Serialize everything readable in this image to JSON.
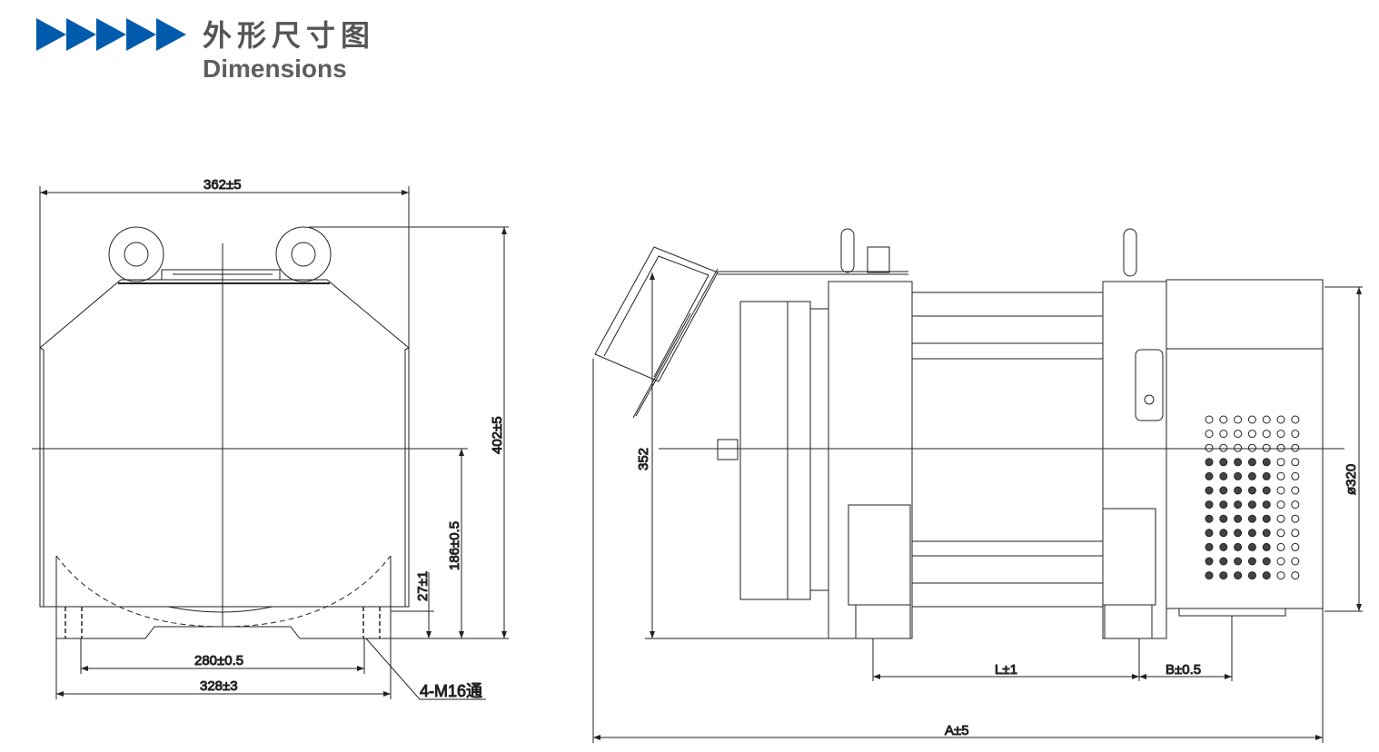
{
  "header": {
    "title_cn": "外形尺寸图",
    "title_en": "Dimensions",
    "accent_color": "#005bac"
  },
  "front_view": {
    "width_overall": "362±5",
    "height_overall": "402±5",
    "center_height": "186±0.5",
    "foot_height": "27±1",
    "hole_spacing": "280±0.5",
    "base_width": "328±3",
    "bolt_note": "4-M16通"
  },
  "side_view": {
    "height": "352",
    "diameter": "ø320",
    "length_l": "L±1",
    "length_b": "B±0.5",
    "length_a": "A±5"
  }
}
